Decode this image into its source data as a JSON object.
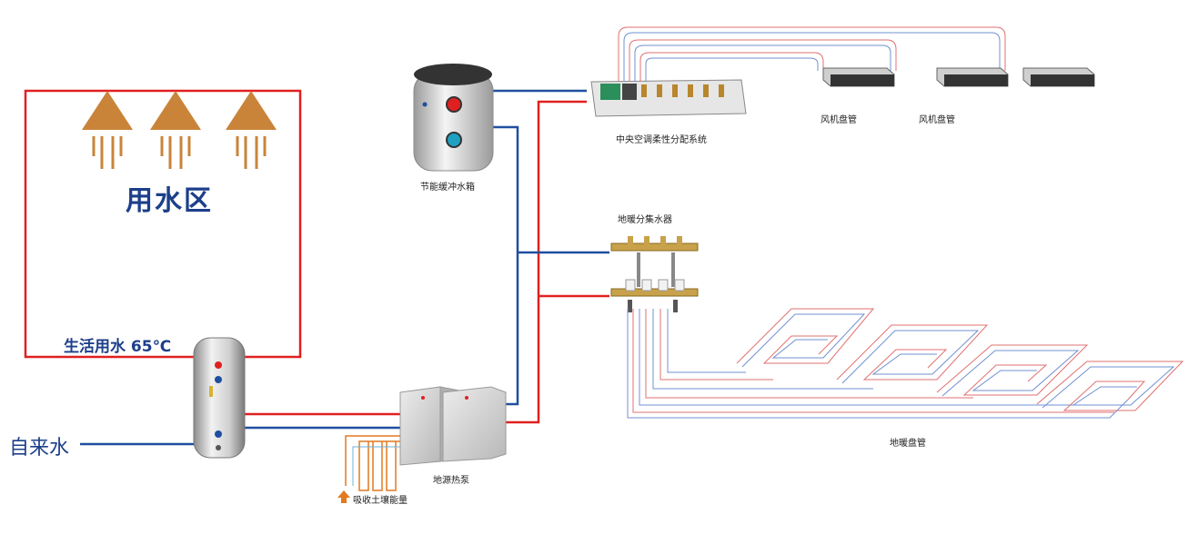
{
  "labels": {
    "water_zone": "用水区",
    "domestic_water": "生活用水 65℃",
    "tap_water": "自来水",
    "buffer_tank": "节能缓冲水箱",
    "ac_system": "中央空调柔性分配系统",
    "fan_coil_1": "风机盘管",
    "fan_coil_2": "风机盘管",
    "manifold": "地暖分集水器",
    "floor_coil": "地暖盘管",
    "heat_pump": "地源热泵",
    "soil_energy": "吸收土壤能量"
  },
  "colors": {
    "hot_pipe": "#e02020",
    "cold_pipe": "#1f4fa0",
    "shower": "#c9843a",
    "text_blue": "#1d3f8a"
  }
}
